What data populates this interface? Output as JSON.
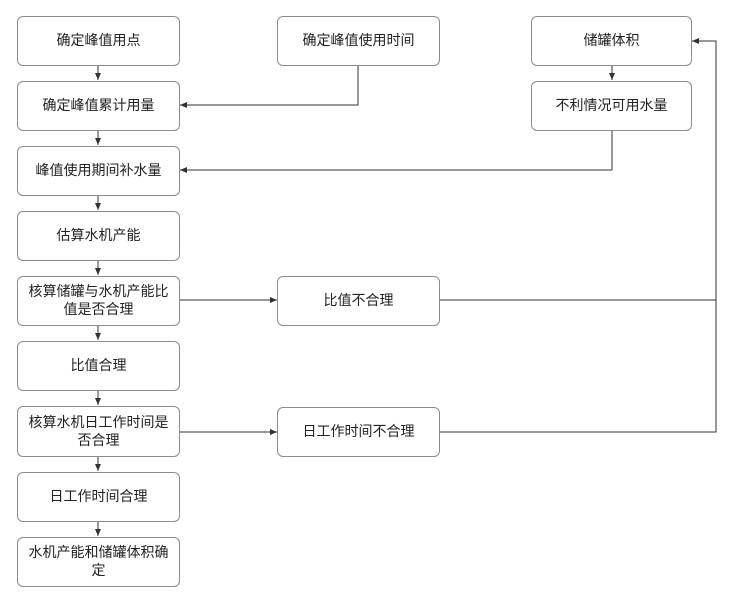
{
  "nodes": {
    "determine_peak_point": "确定峰值用点",
    "determine_peak_time": "确定峰值使用时间",
    "storage_volume": "储罐体积",
    "determine_peak_cumulative": "确定峰值累计用量",
    "unfavorable_water": "不利情况可用水量",
    "peak_supplement": "峰值使用期间补水量",
    "estimate_capacity": "估算水机产能",
    "check_ratio": "核算储罐与水机产能比值是否合理",
    "ratio_unreasonable": "比值不合理",
    "ratio_reasonable": "比值合理",
    "check_daily_time": "核算水机日工作时间是否合理",
    "daily_time_unreasonable": "日工作时间不合理",
    "daily_time_reasonable": "日工作时间合理",
    "final_determined": "水机产能和储罐体积确定"
  }
}
